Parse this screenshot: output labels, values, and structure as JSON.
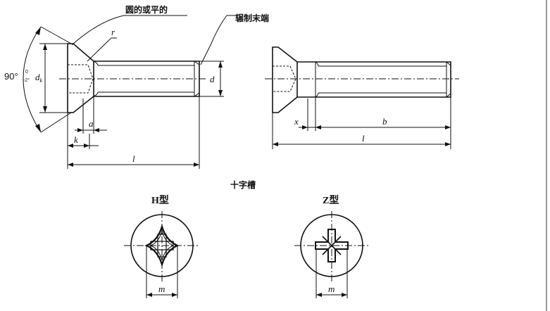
{
  "labels": {
    "round_or_flat": "圆的或平的",
    "rolled_end": "辗制末端",
    "angle": "90°",
    "angle_tol": "0",
    "angle_tol_minus": "-2°",
    "r": "r",
    "d1": "d",
    "d1_sub": "k",
    "d": "d",
    "a": "a",
    "k": "k",
    "l_left": "l",
    "x": "x",
    "b": "b",
    "l_right": "l",
    "cross_slot": "十字槽",
    "h_type": "H型",
    "z_type": "Z型",
    "m_h": "m",
    "m_z": "m"
  }
}
